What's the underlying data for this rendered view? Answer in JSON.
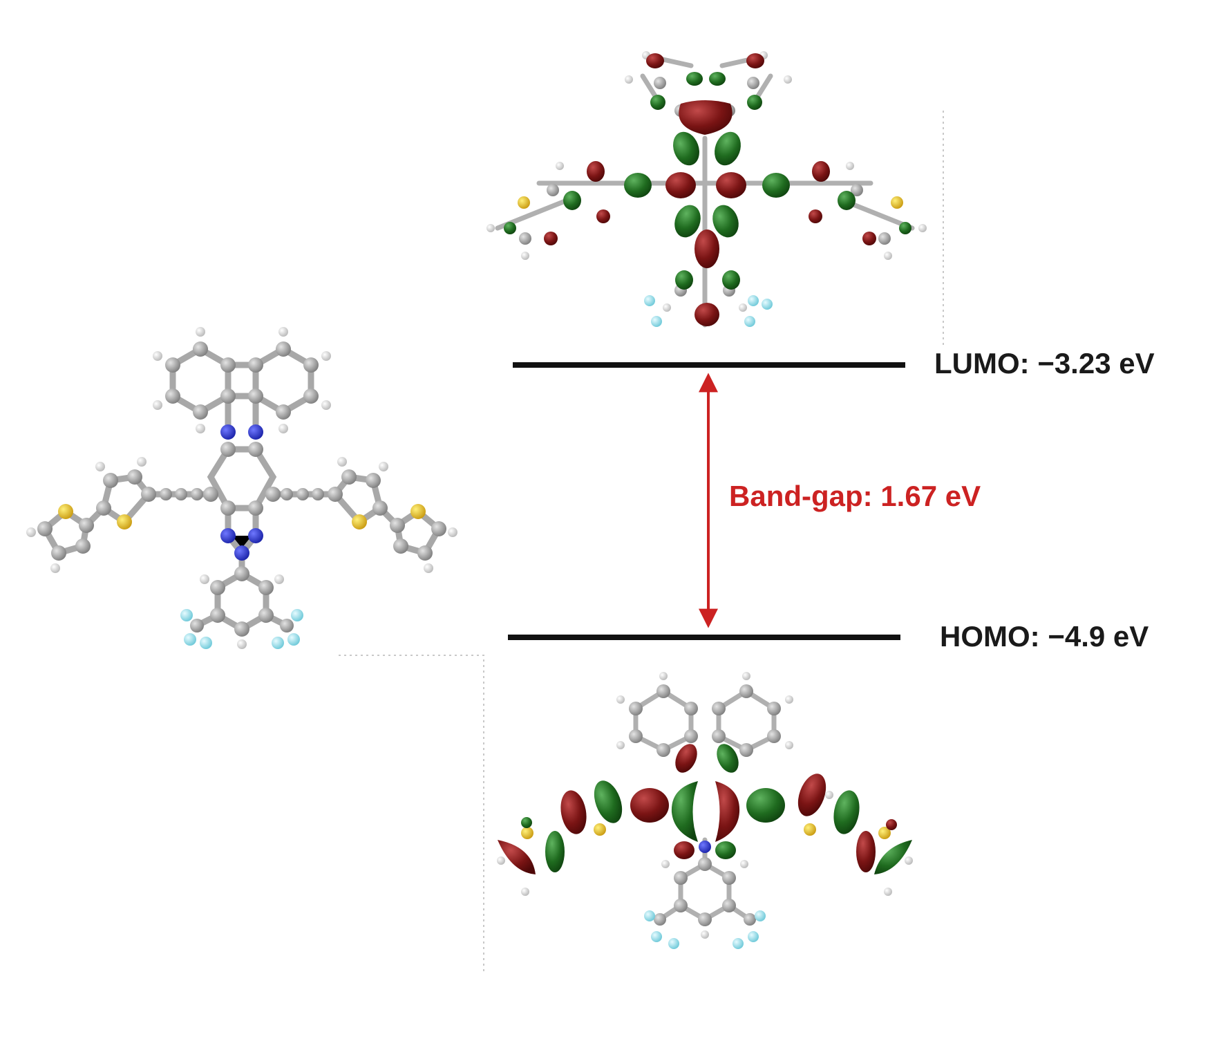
{
  "levels": {
    "lumo": {
      "label": "LUMO: −3.23 eV"
    },
    "homo": {
      "label": "HOMO: −4.9 eV"
    }
  },
  "band_gap": {
    "label": "Band-gap: 1.67 eV"
  },
  "colors": {
    "level_line": "#111111",
    "arrow": "#cc2222",
    "band_gap_text": "#cc2222",
    "orbital_positive": "#7a1414",
    "orbital_negative": "#1f6b1f",
    "carbon": "#9a9a9a",
    "hydrogen": "#e6e6e6",
    "nitrogen": "#2330c8",
    "sulfur": "#e8c21c",
    "fluorine": "#8fe0ee"
  }
}
